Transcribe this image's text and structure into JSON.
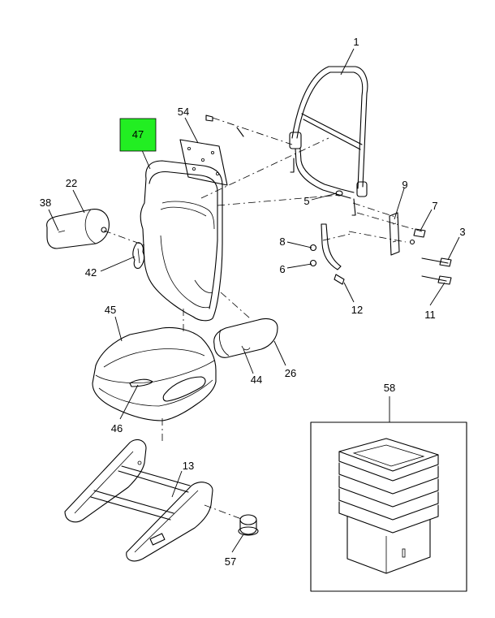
{
  "highlight": {
    "label": "47",
    "color": "#22ee22"
  },
  "callouts": [
    "1",
    "54",
    "22",
    "38",
    "42",
    "45",
    "46",
    "44",
    "26",
    "5",
    "9",
    "7",
    "3",
    "8",
    "6",
    "12",
    "11",
    "13",
    "57",
    "58"
  ],
  "parts": [
    {
      "icon": "headrest-frame-icon"
    },
    {
      "icon": "label-plate-icon"
    },
    {
      "icon": "seat-back-icon"
    },
    {
      "icon": "armrest-left-icon"
    },
    {
      "icon": "armrest-right-icon"
    },
    {
      "icon": "seat-cushion-icon"
    },
    {
      "icon": "seat-base-frame-icon"
    },
    {
      "icon": "knob-icon"
    },
    {
      "icon": "bellows-boot-icon"
    }
  ]
}
